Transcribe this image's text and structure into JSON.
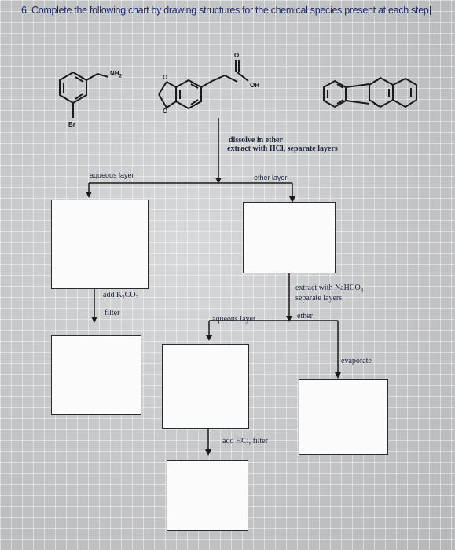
{
  "question": {
    "text": "6. Complete the following chart by drawing structures for the chemical species present at each step"
  },
  "molecules": {
    "m1_amine_label": "NH",
    "m1_amine_sub": "2",
    "m1_br_label": "Br",
    "m2_o_top": "O",
    "m2_o_bottom": "O",
    "m2_carbonyl_o": "O",
    "m2_oh_label": "OH"
  },
  "steps": {
    "dissolve": "dissolve in ether",
    "extract_hcl": "extract with HCl, separate layers",
    "aqueous_layer_1": "aqueous layer",
    "ether_layer_1": "ether layer",
    "add_k2co3_prefix": "add K",
    "add_k2co3_sub1": "2",
    "add_k2co3_mid": "CO",
    "add_k2co3_sub2": "3",
    "filter_1": "filter",
    "extract_nahco3_prefix": "extract with NaHCO",
    "extract_nahco3_sub": "3",
    "separate_layers": "separate layers",
    "ether_2": "ether",
    "aqueous_layer_2": "aqueous layer",
    "evaporate": "evaporate",
    "add_hcl_filter": "add HCl, filter"
  },
  "colors": {
    "ink": "#1c2540",
    "question_ink": "#1d2a6a",
    "box_fill": "#fbfbfb",
    "paper": "#cfd0d2"
  }
}
